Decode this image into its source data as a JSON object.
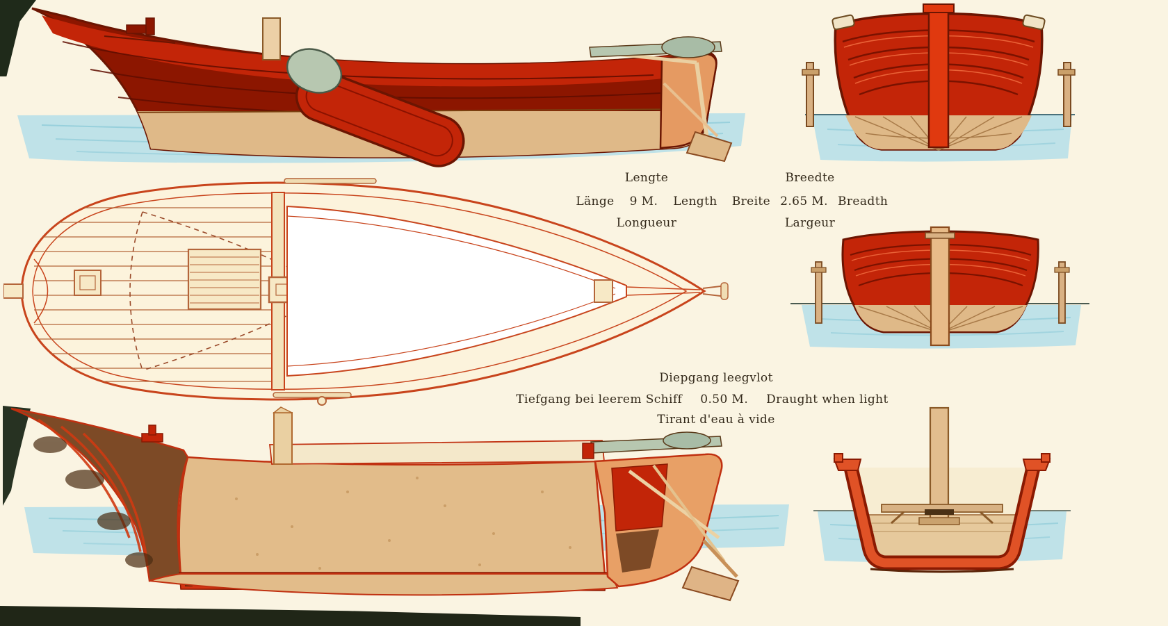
{
  "palette": {
    "bg": "#faf4e2",
    "hull_red": "#c32508",
    "hull_dark": "#8c1600",
    "hull_bright": "#e0481a",
    "outline": "#6b1502",
    "tan": "#dfb988",
    "sand": "#e9cda0",
    "cream": "#f6ecd0",
    "water": "#bfe2e8",
    "water_deep": "#8fccd8",
    "deck_green": "#b7c7b0",
    "frame_orange": "#e05226",
    "wood_dark": "#7d4a26",
    "ink": "#33291a"
  },
  "views": {
    "top_left": "side-elevation-afloat",
    "top_right": "bow-elevation",
    "middle_left": "deck-plan",
    "middle_right": "stern-elevation",
    "bottom_left": "longitudinal-section",
    "bottom_right": "transverse-section"
  },
  "labels": {
    "length": {
      "nl": "Lengte",
      "de": "Länge",
      "value": "9 M.",
      "en": "Length",
      "fr": "Longueur"
    },
    "breadth": {
      "nl": "Breedte",
      "de": "Breite",
      "value": "2.65 M.",
      "en": "Breadth",
      "fr": "Largeur"
    },
    "draught": {
      "nl": "Diepgang leegvlot",
      "de": "Tiefgang bei leerem Schiff",
      "value": "0.50 M.",
      "en": "Draught when light",
      "fr": "Tirant d'eau à vide"
    }
  }
}
